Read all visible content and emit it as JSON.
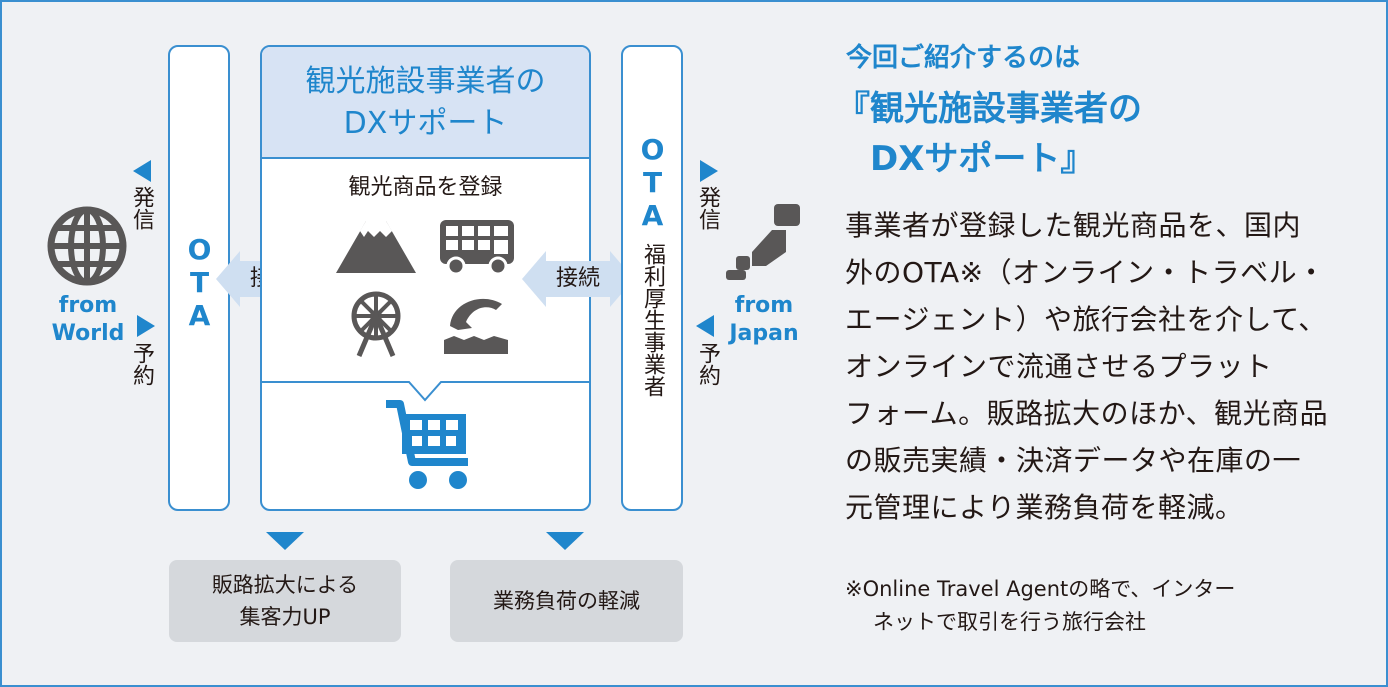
{
  "left": {
    "from_label_1": "from",
    "from_label_2": "World",
    "hassin": "発信",
    "yoyaku": "予約",
    "globe_icon": "globe-icon"
  },
  "right": {
    "from_label_1": "from",
    "from_label_2": "Japan",
    "hassin": "発信",
    "yoyaku": "予約",
    "japan_icon": "japan-map-icon"
  },
  "ota_left": {
    "label": "OTA"
  },
  "ota_right": {
    "label_latin": "OTA",
    "label_jp": "福利厚生事業者"
  },
  "center": {
    "header_line1": "観光施設事業者の",
    "header_line2": "DXサポート",
    "register_label": "観光商品を登録",
    "icons": [
      "mountain-icon",
      "bus-icon",
      "ferris-wheel-icon",
      "dolphin-icon",
      "shopping-cart-icon"
    ]
  },
  "connect_left": "接続",
  "connect_right": "接続",
  "bottom": {
    "left_line1": "販路拡大による",
    "left_line2": "集客力UP",
    "right": "業務負荷の軽減"
  },
  "text": {
    "intro": "今回ご紹介するのは",
    "title_line1": "『観光施設事業者の",
    "title_line2": "DXサポート』",
    "paragraph": [
      "事業者が登録した観光商品を、国内",
      "外のOTA※（オンライン・トラベル・",
      "エージェント）や旅行会社を介して、",
      "オンラインで流通させるプラット",
      "フォーム。販路拡大のほか、観光商品",
      "の販売実績・決済データや在庫の一",
      "元管理により業務負荷を軽減。"
    ],
    "note_line1": "※Online Travel Agentの略で、インター",
    "note_line2": "ネットで取引を行う旅行会社"
  },
  "colors": {
    "accent": "#3a8fd0",
    "text_blue": "#1f86cc",
    "header_bg": "#d7e3f4",
    "arrow_bg": "#cfdff1",
    "box_gray": "#d5d8dc"
  }
}
